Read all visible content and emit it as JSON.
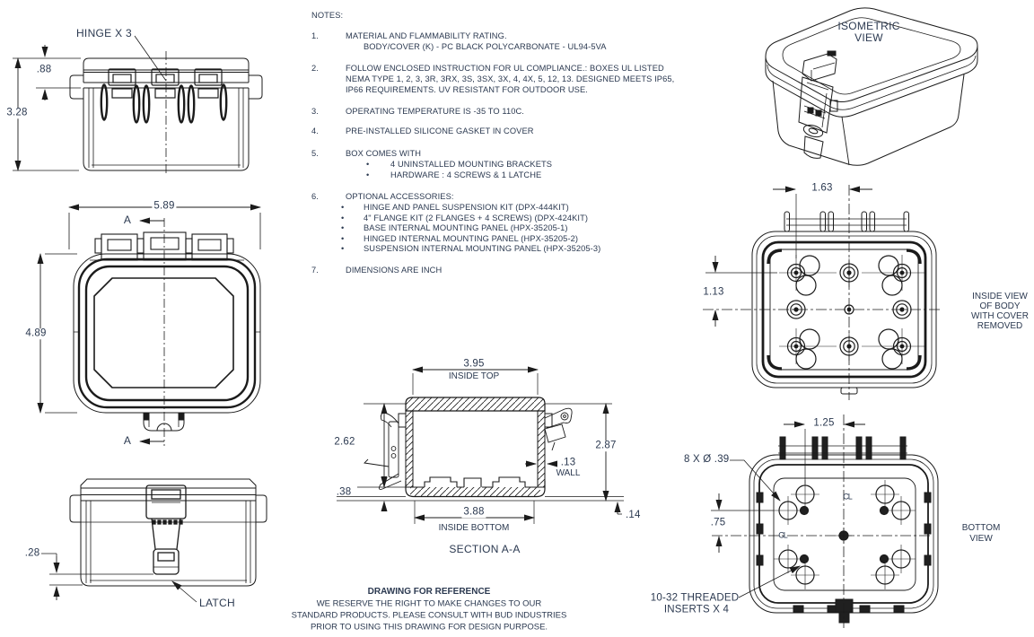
{
  "notes": {
    "title": "NOTES:",
    "bullet": "•",
    "items": [
      {
        "num": "1.",
        "lines": [
          "MATERIAL AND FLAMMABILITY RATING.",
          "BODY/COVER (K) - PC BLACK POLYCARBONATE - UL94-5VA"
        ]
      },
      {
        "num": "2.",
        "lines": [
          "FOLLOW ENCLOSED INSTRUCTION FOR UL COMPLIANCE.: BOXES UL LISTED",
          "NEMA  TYPE 1, 2, 3, 3R, 3RX, 3S, 3SX, 3X, 4, 4X, 5, 12, 13. DESIGNED MEETS IP65,",
          "IP66 REQUIREMENTS. UV RESISTANT FOR OUTDOOR USE."
        ]
      },
      {
        "num": "3.",
        "lines": [
          "OPERATING TEMPERATURE IS -35 TO 110C."
        ]
      },
      {
        "num": "4.",
        "lines": [
          "PRE-INSTALLED SILICONE GASKET IN COVER"
        ]
      },
      {
        "num": "5.",
        "lines": [
          "BOX COMES WITH"
        ],
        "bullets": [
          "4 UNINSTALLED MOUNTING BRACKETS",
          "HARDWARE : 4 SCREWS & 1 LATCHE"
        ]
      },
      {
        "num": "6.",
        "lines": [
          "OPTIONAL ACCESSORIES:"
        ],
        "bullets": [
          "HINGE AND PANEL SUSPENSION KIT  (DPX-444KIT)",
          "4\" FLANGE KIT (2 FLANGES + 4 SCREWS)  (DPX-424KIT)",
          "BASE INTERNAL MOUNTING PANEL  (HPX-35205-1)",
          "HINGED INTERNAL MOUNTING PANEL  (HPX-35205-2)",
          "SUSPENSION INTERNAL MOUNTING PANEL  (HPX-35205-3)"
        ]
      },
      {
        "num": "7.",
        "lines": [
          "DIMENSIONS ARE INCH"
        ]
      }
    ]
  },
  "views": {
    "rear": {
      "hinge_label": "HINGE X 3",
      "dim_total_height": "3.28",
      "dim_lid_height": ".88"
    },
    "front": {
      "dim_width": "5.89",
      "dim_height": "4.89",
      "section_letter": "A"
    },
    "latch": {
      "dim_foot": ".28",
      "latch_label": "LATCH"
    },
    "section": {
      "dim_inside_top": "3.95",
      "inside_top_label": "INSIDE TOP",
      "dim_inner_depth": "2.62",
      "dim_floor": ".38",
      "dim_inside_bottom": "3.88",
      "inside_bottom_label": "INSIDE BOTTOM",
      "dim_outer_depth": "2.87",
      "dim_wall": ".13",
      "wall_label": "WALL",
      "dim_lip": ".14",
      "caption": "SECTION A-A"
    },
    "isometric": {
      "caption_line1": "ISOMETRIC",
      "caption_line2": "VIEW"
    },
    "inside": {
      "dim_horizontal": "1.63",
      "dim_vertical": "1.13",
      "caption_lines": [
        "INSIDE VIEW",
        "OF BODY",
        "WITH COVER",
        "REMOVED"
      ]
    },
    "bottom": {
      "dim_horizontal": "1.25",
      "dim_vertical": ".75",
      "holes_label": "8 X Ø .39",
      "inserts_label_line1": "10-32 THREADED",
      "inserts_label_line2": "INSERTS X 4",
      "caption_line1": "BOTTOM",
      "caption_line2": "VIEW",
      "centerline_symbol": "CL"
    }
  },
  "footer": {
    "title": "DRAWING FOR REFERENCE",
    "lines": [
      "WE RESERVE THE RIGHT TO MAKE CHANGES TO OUR",
      "STANDARD PRODUCTS. PLEASE CONSULT WITH BUD INDUSTRIES",
      "PRIOR TO USING THIS DRAWING FOR DESIGN PURPOSE."
    ]
  }
}
